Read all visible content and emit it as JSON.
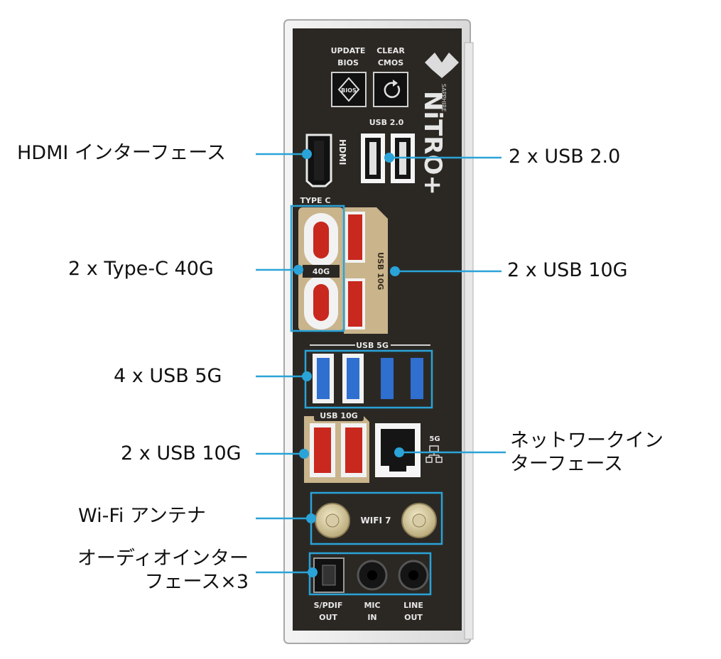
{
  "panel": {
    "update_bios": [
      "UPDATE",
      "BIOS"
    ],
    "clear_cmos": [
      "CLEAR",
      "CMOS"
    ],
    "bios_icon_text": "BIOS",
    "brand": "SAPPHIRE",
    "logo": "NiTRO+",
    "hdmi": "HDMI",
    "usb20": "USB 2.0",
    "type_c": "TYPE C",
    "c40g": "40G",
    "usb10g_vertical": "USB 10G",
    "usb5g": "USB 5G",
    "usb10g_lower": "USB 10G",
    "net_5g": "5G",
    "wifi7": "WIFI 7",
    "spdif": [
      "S/PDIF",
      "OUT"
    ],
    "mic": [
      "MIC",
      "IN"
    ],
    "line": [
      "LINE",
      "OUT"
    ]
  },
  "callouts": {
    "hdmi": "HDMI インターフェース",
    "usb20": "2 x USB 2.0",
    "typec": "2 x Type-C 40G",
    "usb10g_right": "2 x USB 10G",
    "usb5g": "4 x USB 5G",
    "usb10g_left": "2 x USB 10G",
    "network": [
      "ネットワークイン",
      "ターフェース"
    ],
    "wifi": "Wi-Fi アンテナ",
    "audio": [
      "オーディオインター",
      "フェース×3"
    ]
  },
  "colors": {
    "panel_bg": "#2b2824",
    "accent": "#2aa3d8",
    "gold": "#c9b48c",
    "usb_red": "#c8281e",
    "usb_blue": "#2f6fd0"
  }
}
